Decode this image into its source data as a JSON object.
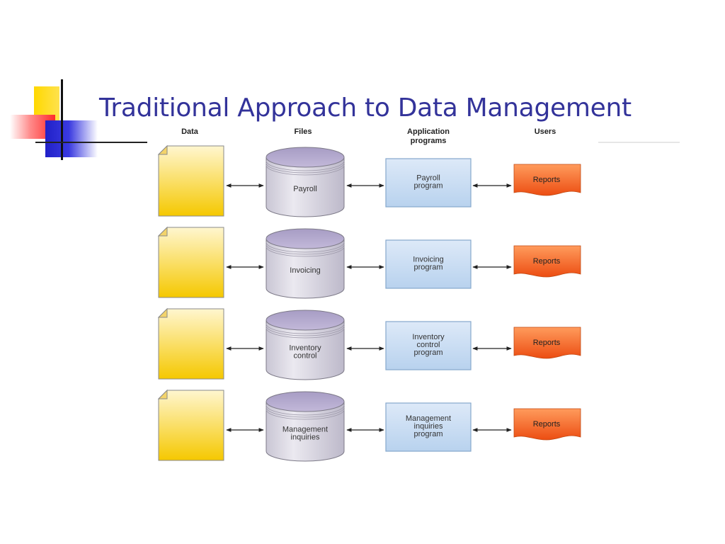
{
  "title": "Traditional Approach to Data Management",
  "headers": {
    "data": "Data",
    "files": "Files",
    "application_programs": [
      "Application",
      "programs"
    ],
    "users": "Users"
  },
  "rows": [
    {
      "file": [
        "Payroll"
      ],
      "program": [
        "Payroll",
        "program"
      ],
      "report": "Reports"
    },
    {
      "file": [
        "Invoicing"
      ],
      "program": [
        "Invoicing",
        "program"
      ],
      "report": "Reports"
    },
    {
      "file": [
        "Inventory",
        "control"
      ],
      "program": [
        "Inventory",
        "control",
        "program"
      ],
      "report": "Reports"
    },
    {
      "file": [
        "Management",
        "inquiries"
      ],
      "program": [
        "Management",
        "inquiries",
        "program"
      ],
      "report": "Reports"
    }
  ],
  "colors": {
    "title": "#33339a",
    "document_fill_top": "#fff4c8",
    "document_fill_bottom": "#f5c800",
    "cylinder_top": "#b4a9cc",
    "cylinder_body": "#d9d6e2",
    "program_box": "#cfe3f7",
    "program_border": "#8aaed0",
    "report_fill": "#f05a1e"
  }
}
